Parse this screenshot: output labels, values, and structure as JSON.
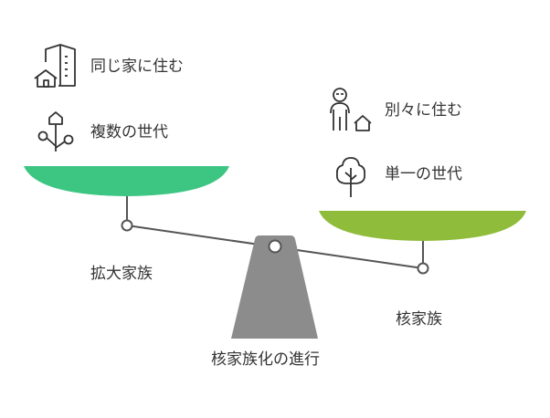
{
  "diagram": {
    "left_pan": {
      "items": [
        {
          "label": "同じ家に住む",
          "icon": "house-building-icon"
        },
        {
          "label": "複数の世代",
          "icon": "family-tree-icon"
        }
      ],
      "bottom_label": "拡大家族",
      "color": "#3DC682"
    },
    "right_pan": {
      "items": [
        {
          "label": "別々に住む",
          "icon": "person-house-icon"
        },
        {
          "label": "単一の世代",
          "icon": "tree-icon"
        }
      ],
      "bottom_label": "核家族",
      "color": "#8FBC3A"
    },
    "fulcrum": {
      "label": "核家族化の進行",
      "color": "#8C8C8C"
    }
  }
}
